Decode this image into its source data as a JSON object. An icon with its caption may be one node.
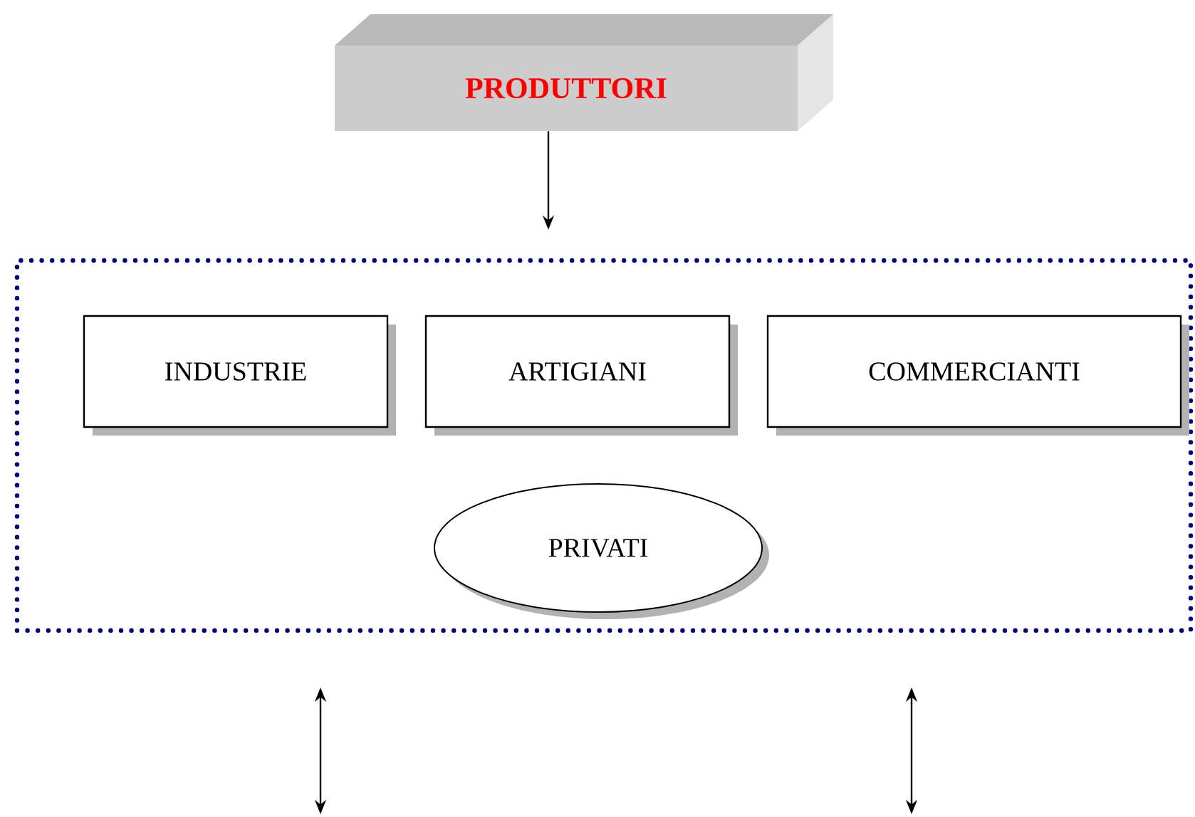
{
  "diagram": {
    "nodes": [
      {
        "text": [
          "PRODUTTORI"
        ]
      },
      {
        "text": [],
        "shape": "box"
      },
      {
        "text": [
          "INDUSTRIE"
        ],
        "in": 1
      },
      {
        "text": [
          "ARTIGIANI"
        ],
        "in": 1
      },
      {
        "text": [
          "COMMERCIANTI"
        ],
        "in": 1
      },
      {
        "text": [
          "PRIVATI"
        ],
        "in": 1
      }
    ],
    "edges": [
      {
        "from": 0,
        "to": 1,
        "arrow": "to"
      }
    ]
  }
}
